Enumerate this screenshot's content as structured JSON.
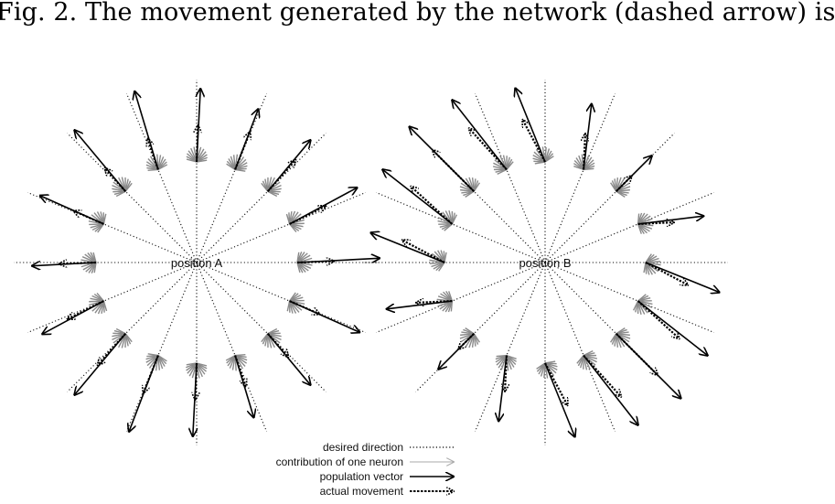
{
  "caption": "Fig. 2. The movement generated by the network (dashed arrow) is",
  "panels": [
    {
      "label": "position A"
    },
    {
      "label": "position B"
    }
  ],
  "legend": [
    {
      "label": "desired direction",
      "style": "dotted"
    },
    {
      "label": "contribution of one neuron",
      "style": "thin-gray"
    },
    {
      "label": "population vector",
      "style": "solid"
    },
    {
      "label": "actual movement",
      "style": "dashed-bold"
    }
  ],
  "colors": {
    "ink": "#000000",
    "neuron": "#888888",
    "background": "#ffffff"
  }
}
